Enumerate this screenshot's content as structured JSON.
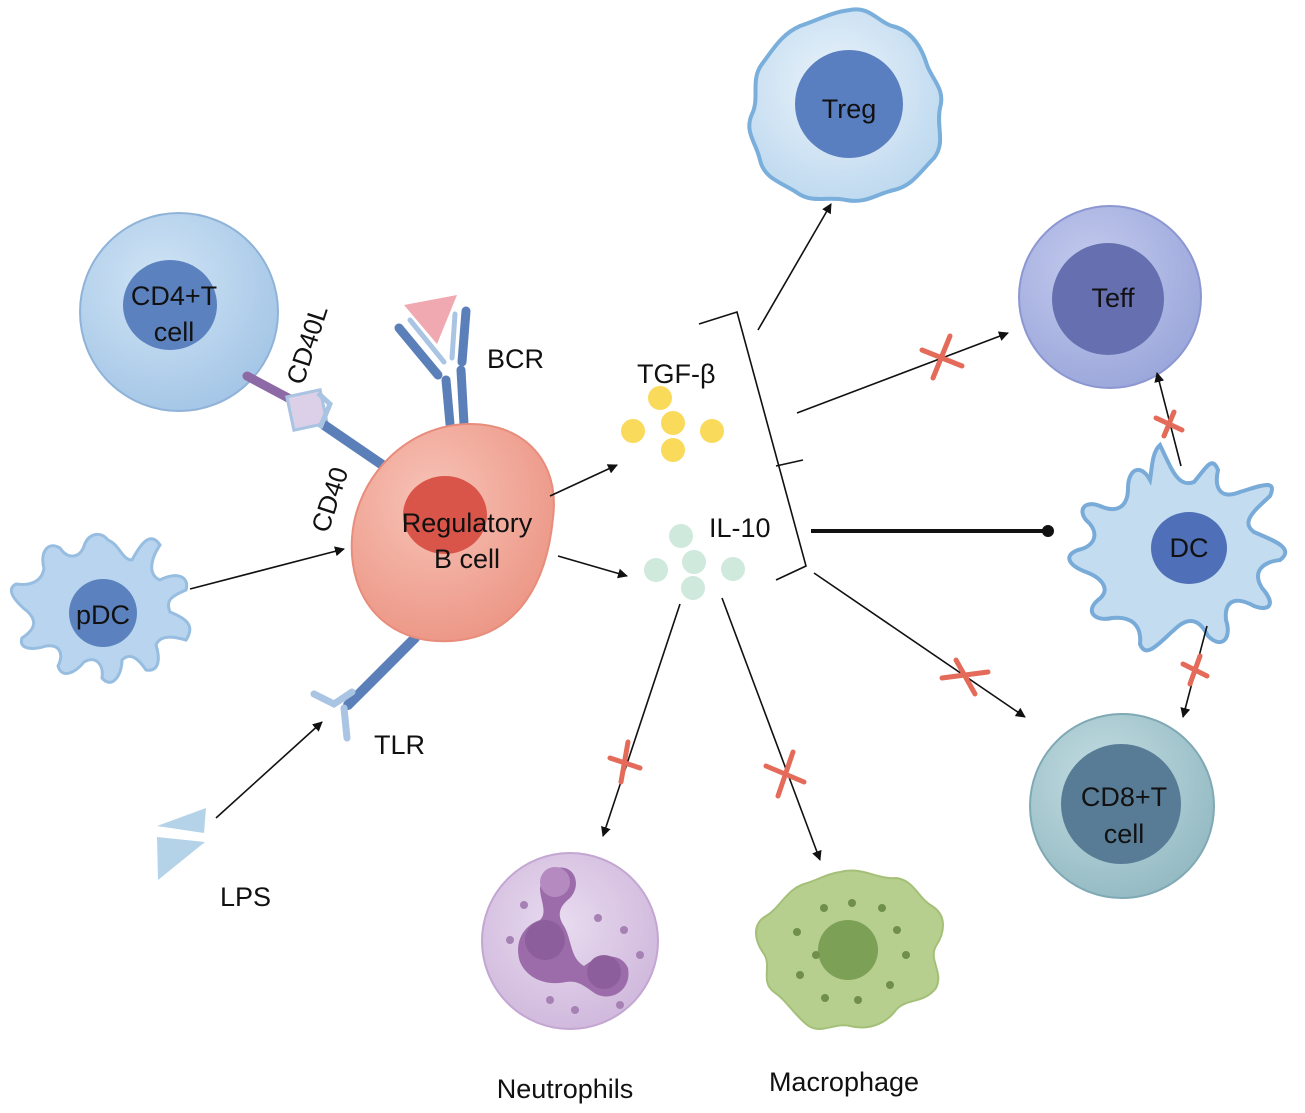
{
  "labels": {
    "cd4_line1": "CD4+T",
    "cd4_line2": "cell",
    "cd40l": "CD40L",
    "cd40": "CD40",
    "bcr": "BCR",
    "breg_line1": "Regulatory",
    "breg_line2": "B cell",
    "pdc": "pDC",
    "tlr": "TLR",
    "lps": "LPS",
    "tgfb": "TGF-β",
    "il10": "IL-10",
    "treg": "Treg",
    "teff": "Teff",
    "dc": "DC",
    "cd8_line1": "CD8+T",
    "cd8_line2": "cell",
    "neutrophils": "Neutrophils",
    "macrophage": "Macrophage"
  },
  "colors": {
    "breg_body": "#f0a597",
    "breg_nucleus": "#d9554a",
    "cd4_body": "#b6d3ec",
    "cd4_nucleus": "#5b82bf",
    "treg_body": "#cfe3f3",
    "treg_nucleus": "#5a7fc0",
    "teff_body": "#aab4e0",
    "teff_nucleus": "#6670b0",
    "dc_body": "#c3dcf0",
    "dc_nucleus": "#4f6fb8",
    "cd8_body": "#a9c9d0",
    "cd8_nucleus": "#587c96",
    "neutrophil_body": "#d8c4e2",
    "neutrophil_nucleus": "#9b6ca9",
    "macrophage_body": "#b7cf8e",
    "macrophage_nucleus": "#7da057",
    "tgfb_dots": "#f9da5a",
    "il10_dots": "#cfe9dc",
    "inhibition_cross": "#e46b59"
  },
  "icons": [
    "cd4-t-cell-icon",
    "regulatory-b-cell-icon",
    "pdc-icon",
    "lps-icon",
    "treg-cell-icon",
    "teff-cell-icon",
    "dendritic-cell-icon",
    "cd8-t-cell-icon",
    "neutrophil-icon",
    "macrophage-icon"
  ]
}
